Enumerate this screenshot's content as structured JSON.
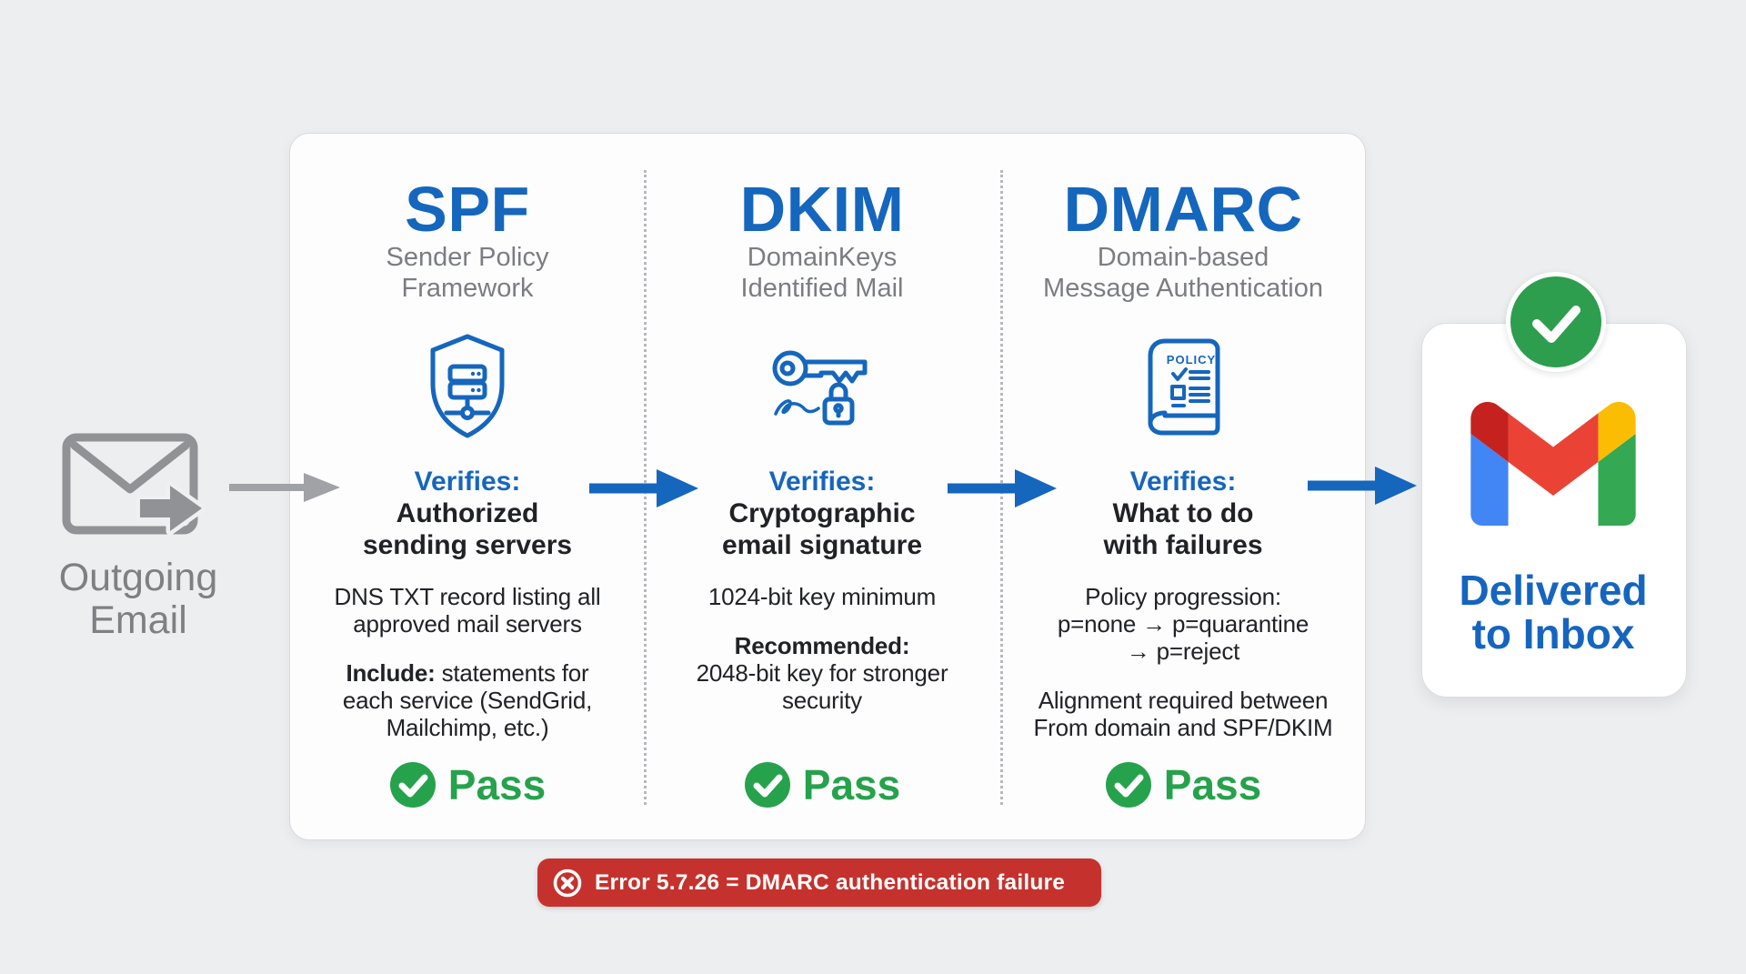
{
  "palette": {
    "blue": "#1566bd",
    "green": "#27a24c",
    "banner_red": "#c5322d",
    "gray_text": "#7b7d80",
    "dark_text": "#212225",
    "gray_icon": "#909295",
    "background": "#edeef0"
  },
  "source": {
    "icon": "envelope-send-icon",
    "label_lines": [
      "Outgoing",
      "Email"
    ]
  },
  "flow_columns": [
    {
      "title": "SPF",
      "subtitle_lines": [
        "Sender Policy",
        "Framework"
      ],
      "icon": "shield-server-icon",
      "verifies_label": "Verifies:",
      "verifies_lines": [
        "Authorized",
        "sending servers"
      ],
      "detail1_lines": [
        "DNS TXT record listing all",
        "approved mail servers"
      ],
      "detail2_lead": "Include:",
      "detail2_lines": [
        " statements for",
        "each service (SendGrid,",
        "Mailchimp, etc.)"
      ],
      "status": "Pass"
    },
    {
      "title": "DKIM",
      "subtitle_lines": [
        "DomainKeys",
        "Identified Mail"
      ],
      "icon": "key-signature-icon",
      "verifies_label": "Verifies:",
      "verifies_lines": [
        "Cryptographic",
        "email signature"
      ],
      "detail1_lines": [
        "1024-bit key minimum"
      ],
      "detail2_lead": "Recommended:",
      "detail2_lines": [
        "2048-bit key for stronger",
        "security"
      ],
      "status": "Pass"
    },
    {
      "title": "DMARC",
      "subtitle_lines": [
        "Domain-based",
        "Message Authentication"
      ],
      "icon": "policy-book-icon",
      "icon_label": "POLICY",
      "verifies_label": "Verifies:",
      "verifies_lines": [
        "What to do",
        "with failures"
      ],
      "detail1_lines": [
        "Policy progression:",
        "p=none → p=quarantine",
        "→ p=reject"
      ],
      "detail2_lines": [
        "Alignment required between",
        "From domain and SPF/DKIM"
      ],
      "status": "Pass"
    }
  ],
  "result_card": {
    "badge_icon": "check-circle-icon",
    "logo": "gmail-logo",
    "label_lines": [
      "Delivered",
      "to Inbox"
    ]
  },
  "error_banner": {
    "icon": "error-x-icon",
    "text": "Error 5.7.26 = DMARC authentication failure"
  }
}
